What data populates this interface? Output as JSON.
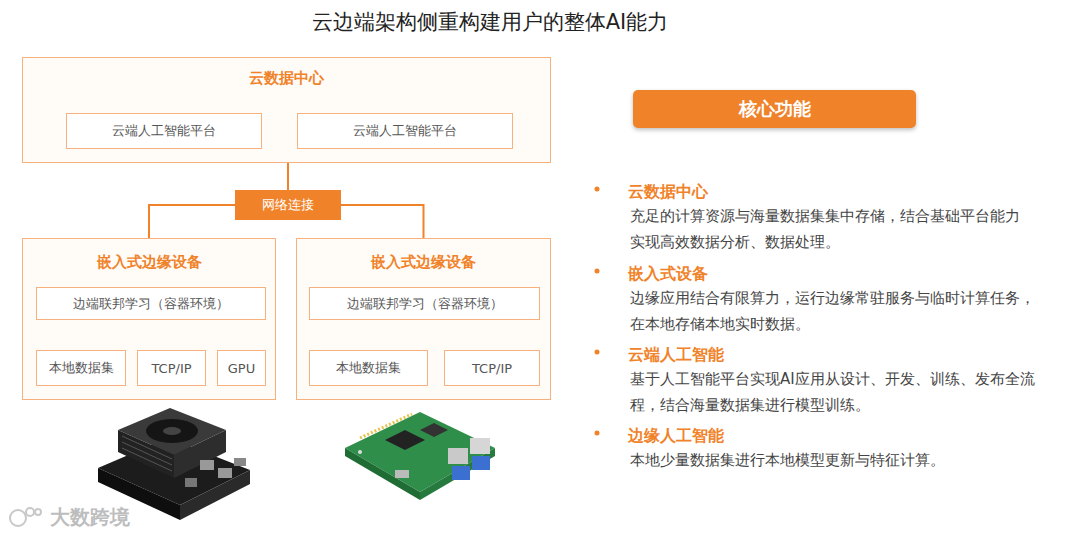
{
  "diagram": {
    "title": "云边端架构侧重构建用户的整体AI能力",
    "nodes": [
      {
        "text": [
          "云数据中心"
        ]
      },
      {
        "text": [
          "云端人工智能平台"
        ],
        "in": 0
      },
      {
        "text": [
          "云端人工智能平台"
        ],
        "in": 0
      },
      {
        "text": [
          "网络连接"
        ]
      },
      {
        "text": [
          "嵌入式边缘设备"
        ]
      },
      {
        "text": [
          "边端联邦学习（容器环境）"
        ],
        "in": 4
      },
      {
        "text": [
          "本地数据集"
        ],
        "in": 4
      },
      {
        "text": [
          "TCP/IP"
        ],
        "in": 4
      },
      {
        "text": [
          "GPU"
        ],
        "in": 4
      },
      {
        "text": [
          "嵌入式边缘设备"
        ]
      },
      {
        "text": [
          "边端联邦学习（容器环境）"
        ],
        "in": 9
      },
      {
        "text": [
          "本地数据集"
        ],
        "in": 9
      },
      {
        "text": [
          "TCP/IP"
        ],
        "in": 9
      },
      {
        "text": [
          "核心功能"
        ]
      }
    ],
    "edges": [
      {
        "from": 0,
        "to": 3,
        "arrow": "none"
      },
      {
        "from": 3,
        "to": 4,
        "arrow": "none"
      },
      {
        "from": 3,
        "to": 9,
        "arrow": "none"
      },
      {
        "from": 5,
        "to": 6,
        "arrow": "none"
      },
      {
        "from": 5,
        "to": 7,
        "arrow": "none"
      },
      {
        "from": 5,
        "to": 8,
        "arrow": "none"
      },
      {
        "from": 10,
        "to": 11,
        "arrow": "none"
      },
      {
        "from": 10,
        "to": 12,
        "arrow": "none"
      }
    ],
    "labels": [
      "云数据中心",
      "充足的计算资源与海量数据集集中存储，结合基础平台能力实现高效数据分析、数据处理。",
      "嵌入式设备",
      "边缘应用结合有限算力，运行边缘常驻服务与临时计算任务，在本地存储本地实时数据。",
      "云端人工智能",
      "基于人工智能平台实现AI应用从设计、开发、训练、发布全流程，结合海量数据集进行模型训练。",
      "边缘人工智能",
      "本地少量数据集进行本地模型更新与特征计算。",
      "大数跨境"
    ]
  }
}
